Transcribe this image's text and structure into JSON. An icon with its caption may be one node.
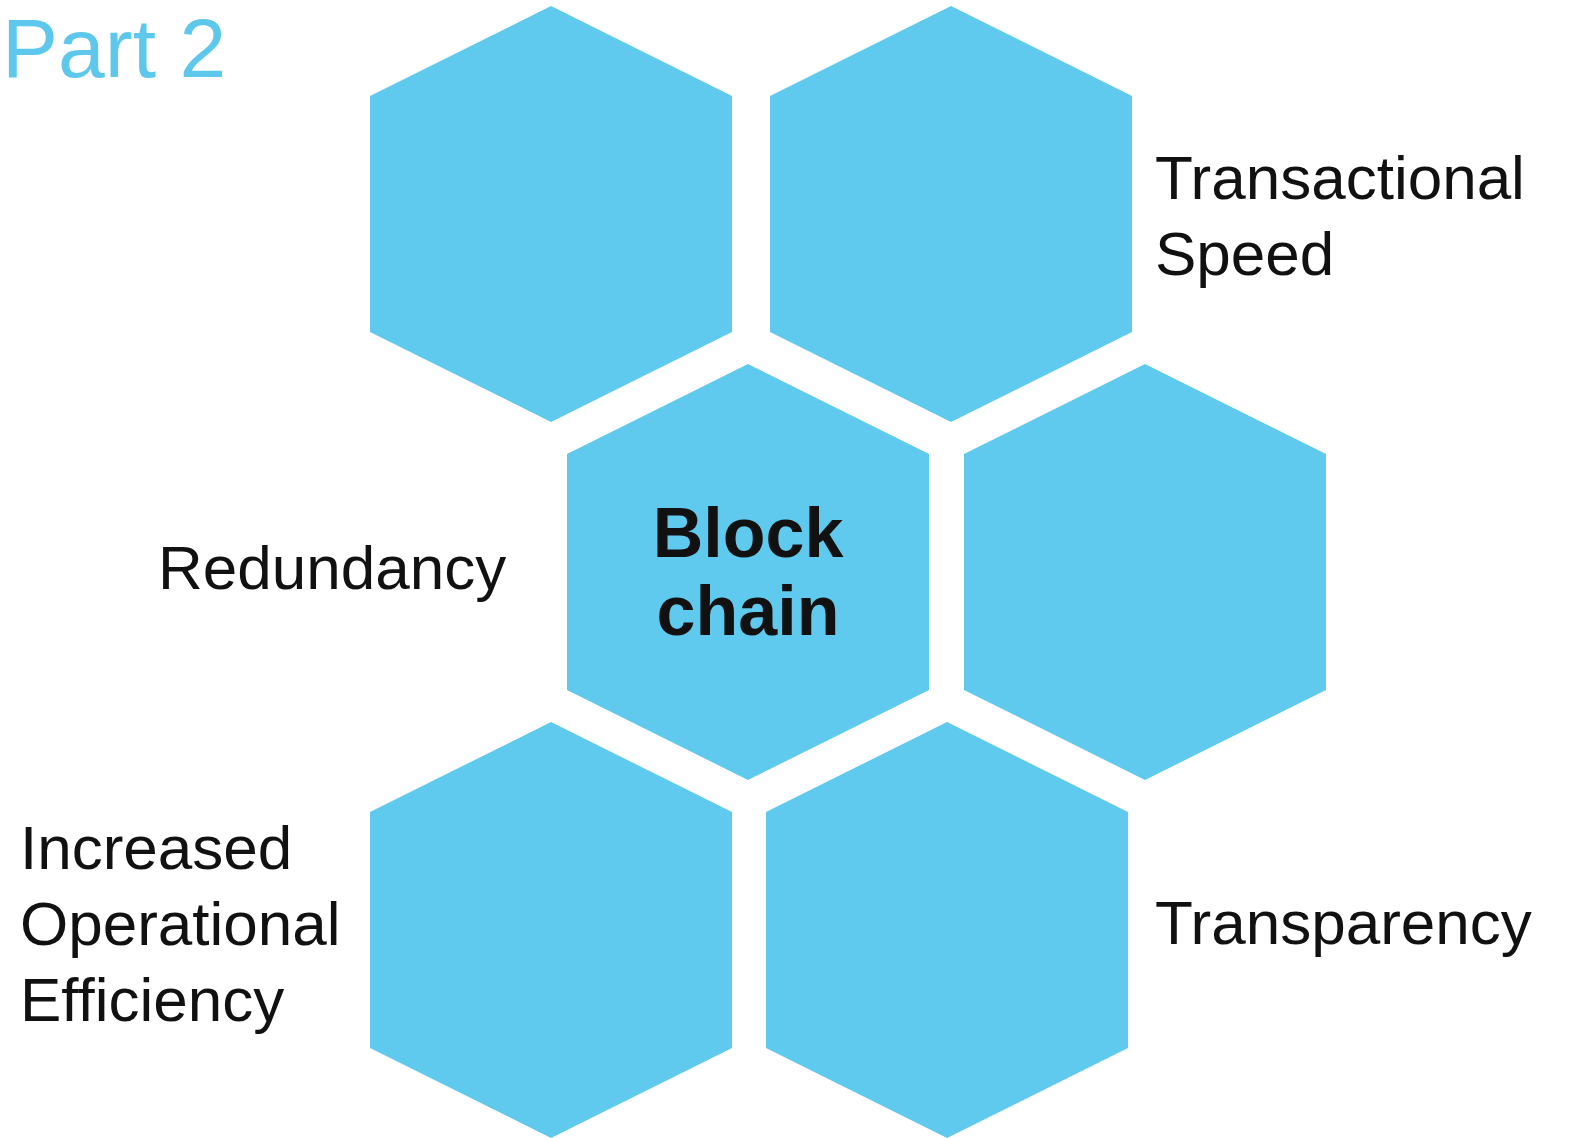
{
  "diagram": {
    "title": "Part 2",
    "nodes": [
      {
        "text": [],
        "shape": "hexagon"
      },
      {
        "text": [],
        "shape": "hexagon",
        "beside": [
          "Transactional Speed"
        ]
      },
      {
        "text": [
          "Block chain"
        ]
      },
      {
        "text": [],
        "shape": "hexagon"
      },
      {
        "text": [],
        "shape": "hexagon",
        "beside": [
          "Increased Operational Efficiency"
        ]
      },
      {
        "text": [],
        "shape": "hexagon",
        "beside": [
          "Transparency"
        ]
      }
    ],
    "labels": [
      "Redundancy"
    ]
  }
}
